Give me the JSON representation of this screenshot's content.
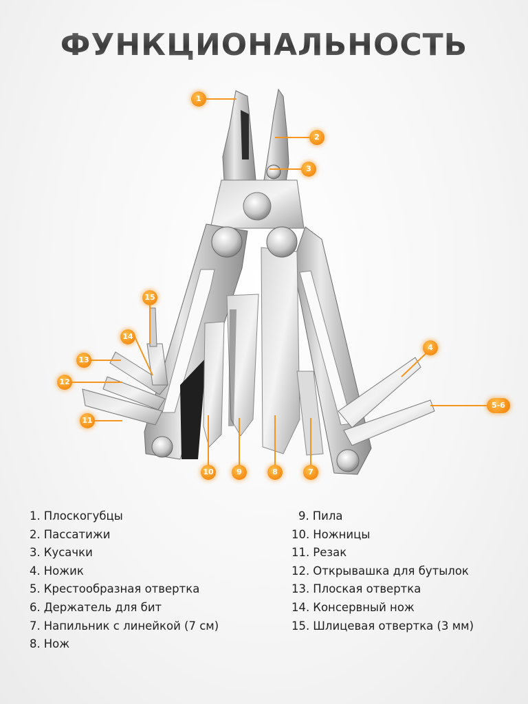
{
  "title": "ФУНКЦИОНАЛЬНОСТЬ",
  "accent_color": "#f7941d",
  "callouts": [
    {
      "label": "1"
    },
    {
      "label": "2"
    },
    {
      "label": "3"
    },
    {
      "label": "4"
    },
    {
      "label": "5-6"
    },
    {
      "label": "7"
    },
    {
      "label": "8"
    },
    {
      "label": "9"
    },
    {
      "label": "10"
    },
    {
      "label": "11"
    },
    {
      "label": "12"
    },
    {
      "label": "13"
    },
    {
      "label": "14"
    },
    {
      "label": "15"
    }
  ],
  "features_left": [
    {
      "num": "1.",
      "text": "Плоскогубцы"
    },
    {
      "num": "2.",
      "text": "Пассатижи"
    },
    {
      "num": "3.",
      "text": "Кусачки"
    },
    {
      "num": "4.",
      "text": "Ножик"
    },
    {
      "num": "5.",
      "text": "Крестообразная отвертка"
    },
    {
      "num": "6.",
      "text": "Держатель для бит"
    },
    {
      "num": "7.",
      "text": "Напильник с линейкой (7 см)"
    },
    {
      "num": "8.",
      "text": "Нож"
    }
  ],
  "features_right": [
    {
      "num": "9.",
      "text": "Пила"
    },
    {
      "num": "10.",
      "text": "Ножницы"
    },
    {
      "num": "11.",
      "text": "Резак"
    },
    {
      "num": "12.",
      "text": "Открывашка для бутылок"
    },
    {
      "num": "13.",
      "text": "Плоская отвертка"
    },
    {
      "num": "14.",
      "text": "Консервный нож"
    },
    {
      "num": "15.",
      "text": "Шлицевая отвертка (3 мм)"
    }
  ]
}
